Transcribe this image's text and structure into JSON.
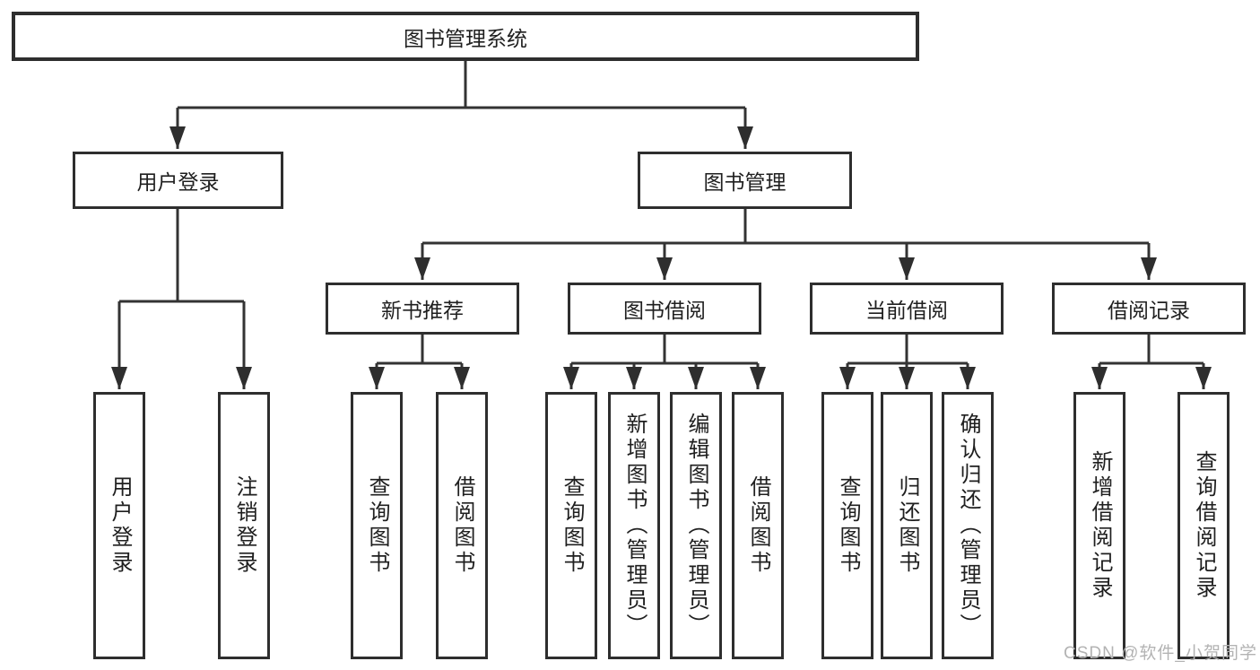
{
  "tree": {
    "root": "图书管理系统",
    "user_branch": {
      "label": "用户登录",
      "leaves": [
        "用户登录",
        "注销登录"
      ]
    },
    "book_branch": {
      "label": "图书管理",
      "modules": [
        {
          "label": "新书推荐",
          "leaves": [
            "查询图书",
            "借阅图书"
          ]
        },
        {
          "label": "图书借阅",
          "leaves": [
            "查询图书",
            "新增图书（管理员）",
            "编辑图书（管理员）",
            "借阅图书"
          ]
        },
        {
          "label": "当前借阅",
          "leaves": [
            "查询图书",
            "归还图书",
            "确认归还（管理员）"
          ]
        },
        {
          "label": "借阅记录",
          "leaves": [
            "新增借阅记录",
            "查询借阅记录"
          ]
        }
      ]
    }
  },
  "watermark": "CSDN @软件_小贺同学",
  "colors": {
    "line": "#333333",
    "box_border": "#2e2e2e",
    "text": "#1f1f1f",
    "watermark": "#b3b3b3",
    "background": "#ffffff"
  }
}
